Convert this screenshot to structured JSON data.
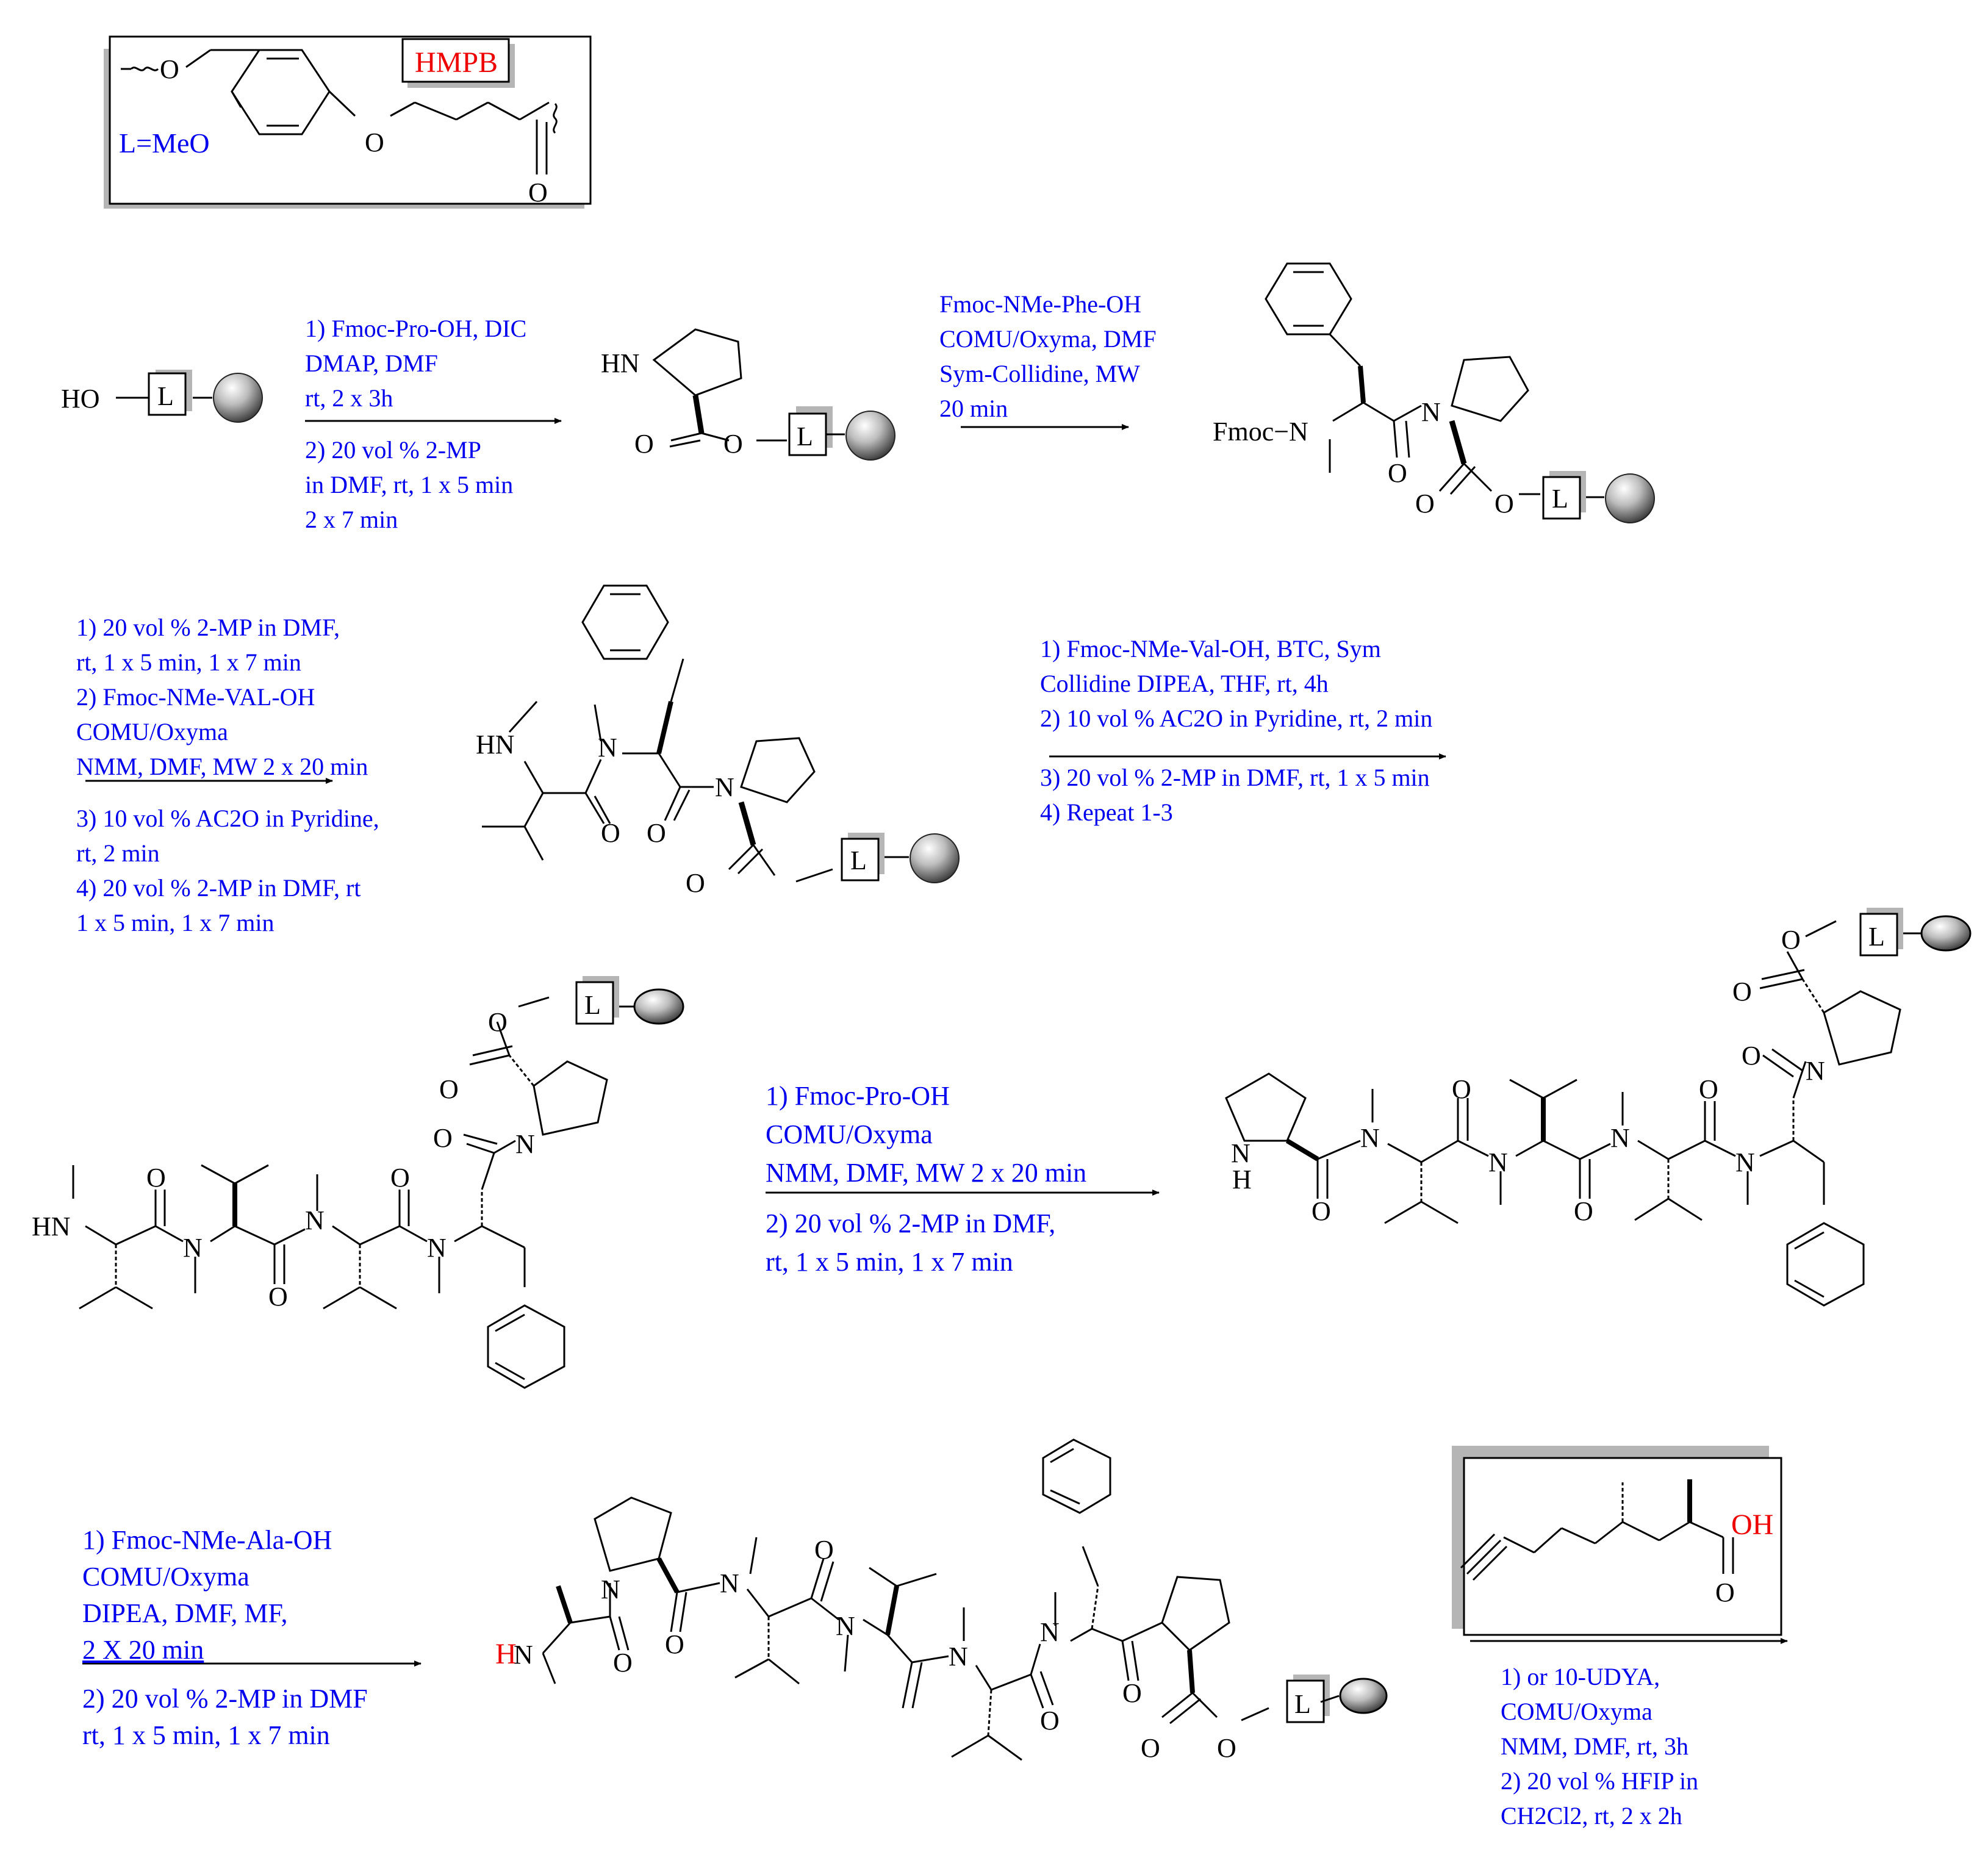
{
  "colors": {
    "reagent_text": "#0000ee",
    "highlight_text": "#ee0000",
    "bonds": "#000000",
    "box_shadow": "#b5b5b5",
    "bead": "#888888"
  },
  "icons": [
    "resin-bead-icon",
    "linker-box-icon"
  ],
  "hmpb_box": {
    "tag": "HMPB",
    "linker_def": "L=MeO",
    "atoms": {
      "ether_o": "O",
      "aryl_o": "O",
      "carbonyl_o": "O"
    }
  },
  "atoms": {
    "o": "O",
    "n": "N",
    "h": "H",
    "l": "L",
    "oh": "OH",
    "nh": "NH",
    "hn": "HN",
    "ho": "HO",
    "fmoc": "Fmoc",
    "fmoc_n": "Fmoc−N",
    "ho_label": "HO"
  },
  "steps": {
    "s1": [
      "1) Fmoc-Pro-OH, DIC",
      "DMAP, DMF",
      "rt, 2 x 3h",
      "2) 20 vol % 2-MP",
      "in DMF, rt, 1 x 5 min",
      "2 x 7 min"
    ],
    "s2": [
      "Fmoc-NMe-Phe-OH",
      "COMU/Oxyma, DMF",
      "Sym-Collidine, MW",
      "20 min"
    ],
    "s3": [
      "1) 20 vol % 2-MP in DMF,",
      "rt, 1 x 5 min, 1 x 7 min",
      "2) Fmoc-NMe-VAL-OH",
      "COMU/Oxyma",
      "NMM, DMF, MW 2 x 20 min",
      "3) 10 vol % AC2O in Pyridine,",
      "rt, 2 min",
      "4) 20 vol % 2-MP in DMF, rt",
      "1 x 5 min, 1 x 7 min"
    ],
    "s4": [
      "1) Fmoc-NMe-Val-OH, BTC, Sym",
      "Collidine DIPEA, THF, rt, 4h",
      "2) 10 vol % AC2O in Pyridine, rt, 2 min",
      "3) 20 vol % 2-MP in DMF, rt, 1 x 5 min",
      "4) Repeat 1-3"
    ],
    "s5": [
      "1) Fmoc-Pro-OH",
      "COMU/Oxyma",
      "NMM, DMF, MW 2 x 20 min",
      "2) 20 vol % 2-MP in DMF,",
      "rt, 1 x 5 min, 1 x 7 min"
    ],
    "s6": [
      "1) Fmoc-NMe-Ala-OH",
      "COMU/Oxyma",
      "DIPEA, DMF, MF,",
      "2 X 20 min",
      "2) 20 vol % 2-MP in DMF",
      "rt, 1 x 5 min, 1 x 7 min"
    ],
    "s7": [
      "1) or 10-UDYA,",
      "COMU/Oxyma",
      "NMM, DMF, rt, 3h",
      "2) 20 vol % HFIP in",
      "CH2Cl2, rt, 2 x 2h"
    ]
  }
}
